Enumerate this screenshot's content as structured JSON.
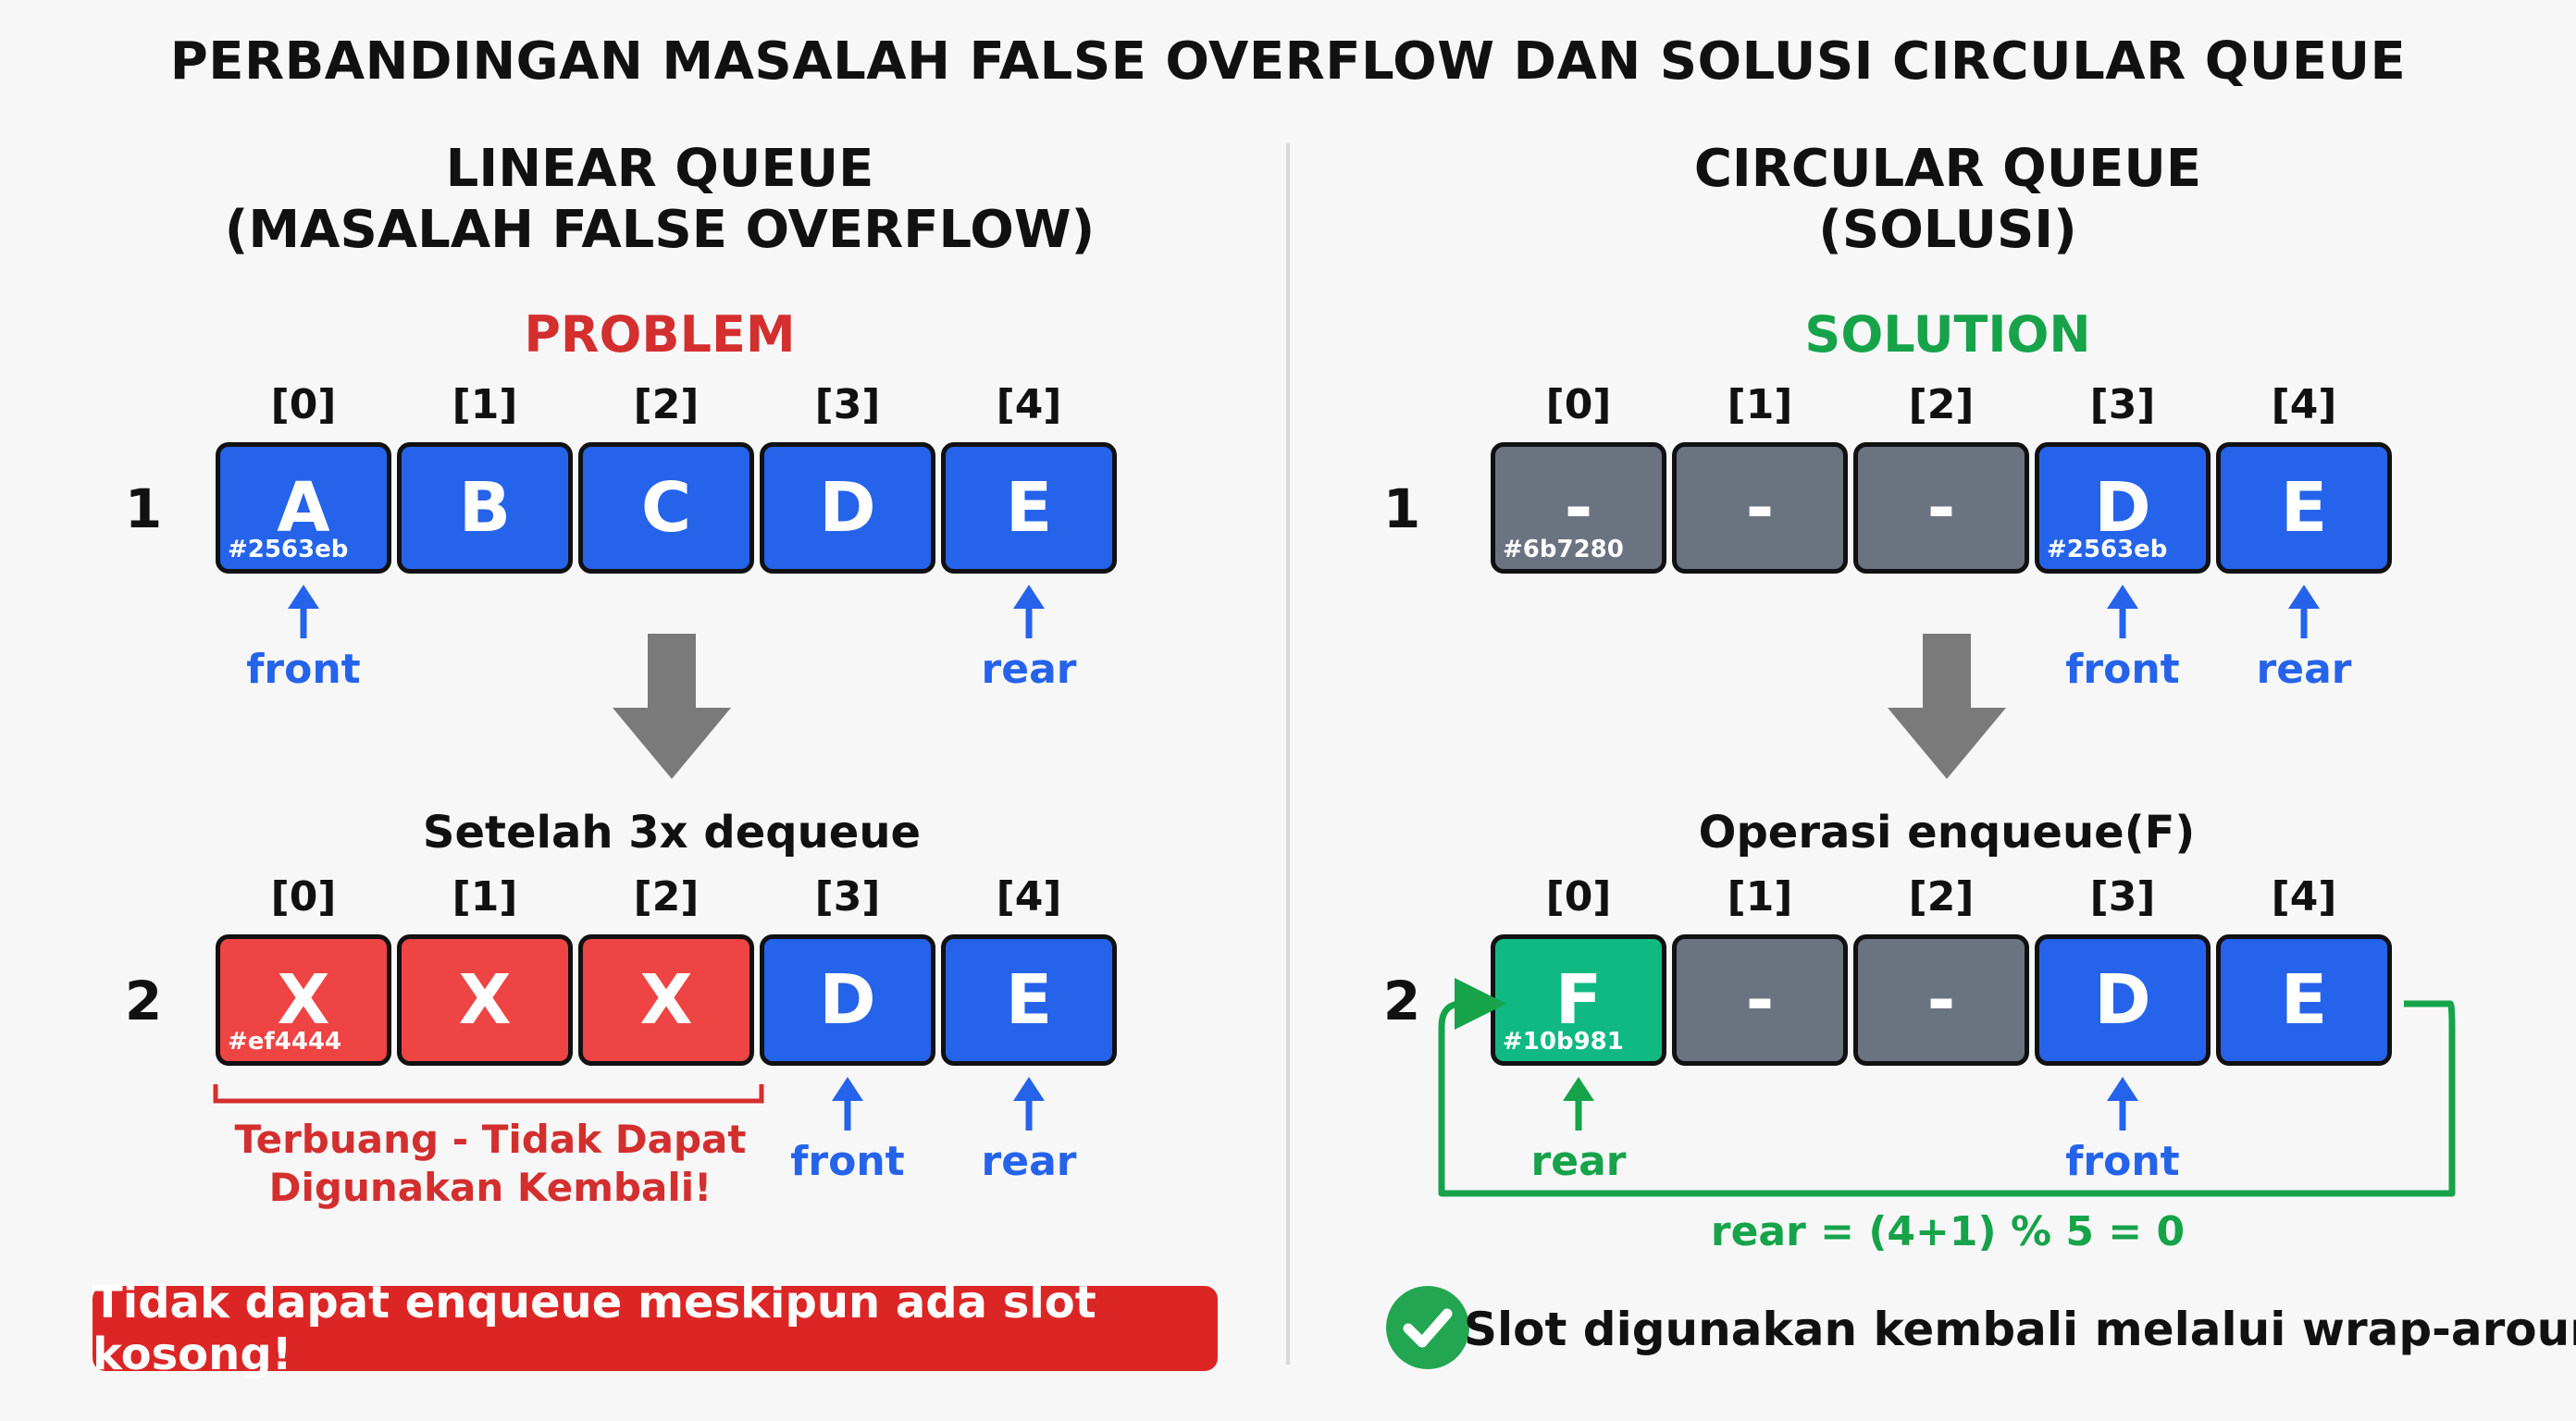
{
  "title": "PERBANDINGAN MASALAH FALSE OVERFLOW DAN SOLUSI CIRCULAR QUEUE",
  "colors": {
    "blue": "#2563eb",
    "gray": "#6b7280",
    "red": "#ef4444",
    "green": "#10b981",
    "problem_red": "#d32f2f",
    "solution_green": "#16a34a",
    "pointer_blue": "#2563eb",
    "arrow_gray": "#7a7a7a"
  },
  "linear": {
    "title_line1": "LINEAR QUEUE",
    "title_line2": "(MASALAH FALSE OVERFLOW)",
    "status": "PROBLEM",
    "row1": {
      "num": "1",
      "indices": [
        "[0]",
        "[1]",
        "[2]",
        "[3]",
        "[4]"
      ],
      "cells": [
        {
          "value": "A",
          "color": "blue",
          "hex": "#2563eb"
        },
        {
          "value": "B",
          "color": "blue",
          "hex": ""
        },
        {
          "value": "C",
          "color": "blue",
          "hex": ""
        },
        {
          "value": "D",
          "color": "blue",
          "hex": ""
        },
        {
          "value": "E",
          "color": "blue",
          "hex": ""
        }
      ],
      "front_label": "front",
      "rear_label": "rear"
    },
    "caption": "Setelah 3x dequeue",
    "row2": {
      "num": "2",
      "indices": [
        "[0]",
        "[1]",
        "[2]",
        "[3]",
        "[4]"
      ],
      "cells": [
        {
          "value": "X",
          "color": "red",
          "hex": "#ef4444"
        },
        {
          "value": "X",
          "color": "red",
          "hex": ""
        },
        {
          "value": "X",
          "color": "red",
          "hex": ""
        },
        {
          "value": "D",
          "color": "blue",
          "hex": ""
        },
        {
          "value": "E",
          "color": "blue",
          "hex": ""
        }
      ],
      "front_label": "front",
      "rear_label": "rear"
    },
    "wasted_note_line1": "Terbuang - Tidak Dapat",
    "wasted_note_line2": "Digunakan Kembali!",
    "banner": "Tidak dapat enqueue meskipun ada slot kosong!"
  },
  "circular": {
    "title_line1": "CIRCULAR QUEUE",
    "title_line2": "(SOLUSI)",
    "status": "SOLUTION",
    "row1": {
      "num": "1",
      "indices": [
        "[0]",
        "[1]",
        "[2]",
        "[3]",
        "[4]"
      ],
      "cells": [
        {
          "value": "-",
          "color": "gray",
          "hex": "#6b7280"
        },
        {
          "value": "-",
          "color": "gray",
          "hex": ""
        },
        {
          "value": "-",
          "color": "gray",
          "hex": ""
        },
        {
          "value": "D",
          "color": "blue",
          "hex": "#2563eb"
        },
        {
          "value": "E",
          "color": "blue",
          "hex": ""
        }
      ],
      "front_label": "front",
      "rear_label": "rear"
    },
    "caption": "Operasi enqueue(F)",
    "row2": {
      "num": "2",
      "indices": [
        "[0]",
        "[1]",
        "[2]",
        "[3]",
        "[4]"
      ],
      "cells": [
        {
          "value": "F",
          "color": "green",
          "hex": "#10b981"
        },
        {
          "value": "-",
          "color": "gray",
          "hex": ""
        },
        {
          "value": "-",
          "color": "gray",
          "hex": ""
        },
        {
          "value": "D",
          "color": "blue",
          "hex": ""
        },
        {
          "value": "E",
          "color": "blue",
          "hex": ""
        }
      ],
      "front_label": "front",
      "rear_label": "rear"
    },
    "formula": "rear = (4+1) % 5 = 0",
    "success": "Slot digunakan kembali melalui wrap-around!"
  }
}
